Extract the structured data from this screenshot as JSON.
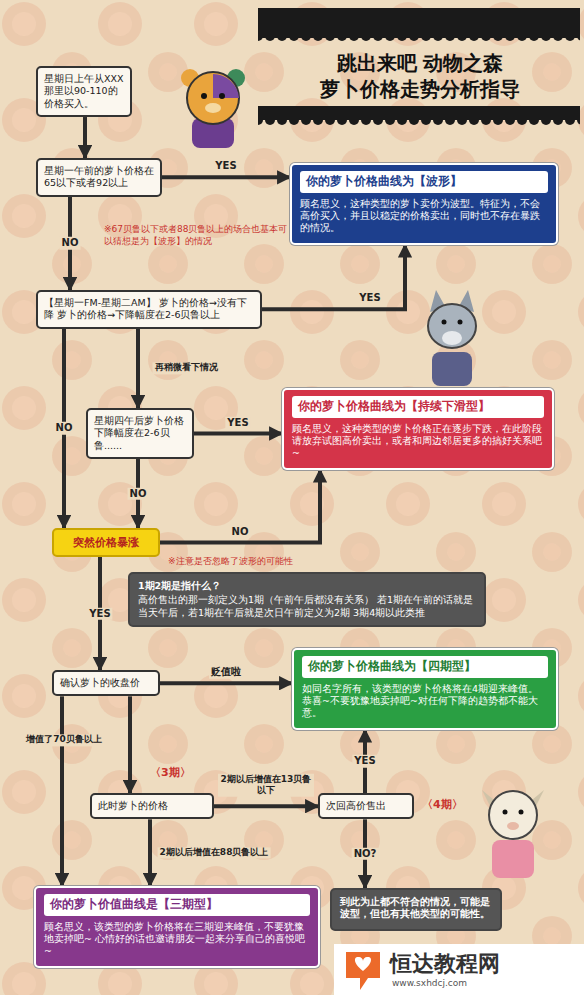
{
  "diagram": {
    "title": "跳出来吧 动物之森 萝卜价格走势分析指导",
    "nodes": [
      {
        "text": [
          "星期日上午从XXX那里以90-110的价格买入。"
        ]
      },
      {
        "text": [
          "星期一午前的萝卜价格在65以下或者92以上"
        ]
      },
      {
        "text": [
          "你的萝卜价格曲线为【波形】",
          "顾名思义，这种类型的萝卜卖价为波型。特征为，不会高价买入，并且以稳定的价格卖出，同时也不存在暴跌的情况。"
        ]
      },
      {
        "text": [
          "【星期一FM-星期二AM】 萝卜的价格→没有下降 萝卜的价格→下降幅度在2-6贝鲁以上"
        ]
      },
      {
        "text": [
          "星期四午后萝卜价格下降幅度在2-6贝鲁......"
        ]
      },
      {
        "text": [
          "你的萝卜价格曲线为【持续下滑型】",
          "顾名思义，这种类型的萝卜价格正在逐步下跌，在此阶段请放弃试图高价卖出，或者和周边邻居更多的搞好关系吧~"
        ]
      },
      {
        "text": [
          "突然价格暴涨"
        ]
      },
      {
        "text": [
          "1期2期是指什么？",
          "高价售出的那一刻定义为1期（午前午后都没有关系） 若1期在午前的话就是当天午后，若1期在午后就是次日午前定义为2期 3期4期以此类推"
        ]
      },
      {
        "text": [
          "确认萝卜的收盘价"
        ]
      },
      {
        "text": [
          "你的萝卜价格曲线为【四期型】",
          "如同名字所有，该类型的萝卜价格将在4期迎来峰值。恭喜~不要犹豫地卖掉吧~对任何下降的趋势都不能大意。"
        ]
      },
      {
        "text": [
          "此时萝卜的价格"
        ]
      },
      {
        "text": [
          "次回高价售出"
        ]
      },
      {
        "text": [
          "你的萝卜价值曲线是【三期型】",
          "顾名思义，该类型的萝卜价格将在三期迎来峰值，不要犹豫地卖掉吧~ 心情好的话也邀请朋友一起来分享自己的喜悦吧~"
        ]
      },
      {
        "text": [
          "到此为止都不符合的情况，可能是波型，但也有其他类型的可能性。"
        ]
      }
    ],
    "edges": [
      {
        "from": 0,
        "to": 1,
        "arrow": "to"
      },
      {
        "from": 1,
        "to": 2,
        "label": "YES",
        "arrow": "to"
      },
      {
        "from": 1,
        "to": 3,
        "label": "NO",
        "arrow": "to"
      },
      {
        "from": 3,
        "to": 2,
        "label": "YES",
        "arrow": "to"
      },
      {
        "from": 3,
        "to": 4,
        "label": "再稍微看下情况",
        "arrow": "to"
      },
      {
        "from": 3,
        "to": 6,
        "label": "NO",
        "arrow": "to"
      },
      {
        "from": 4,
        "to": 5,
        "label": "YES",
        "arrow": "to"
      },
      {
        "from": 4,
        "to": 6,
        "label": "NO",
        "arrow": "to"
      },
      {
        "from": 6,
        "to": 5,
        "label": "NO",
        "arrow": "to"
      },
      {
        "from": 6,
        "to": 8,
        "label": "YES",
        "arrow": "to"
      },
      {
        "from": 8,
        "to": 9,
        "label": "贬值啦",
        "arrow": "to"
      },
      {
        "from": 8,
        "to": 12,
        "label": "增值了70贝鲁以上",
        "arrow": "to"
      },
      {
        "from": 8,
        "to": 10,
        "arrow": "to"
      },
      {
        "from": 10,
        "to": 11,
        "label": "2期以后增值在13贝鲁以下",
        "arrow": "to"
      },
      {
        "from": 10,
        "to": 12,
        "label": "2期以后增值在88贝鲁以上",
        "arrow": "to"
      },
      {
        "from": 11,
        "to": 9,
        "label": "YES",
        "arrow": "to"
      },
      {
        "from": 11,
        "to": 13,
        "label": "NO?",
        "arrow": "to"
      }
    ],
    "labels": [
      "※67贝鲁以下或者88贝鲁以上的场合也基本可以猜想是为【波形】的情况",
      "※注意是否忽略了波形的可能性",
      "〈3期〉",
      "〈4期〉",
      "恒达教程网",
      "www.sxhdcj.com"
    ]
  }
}
